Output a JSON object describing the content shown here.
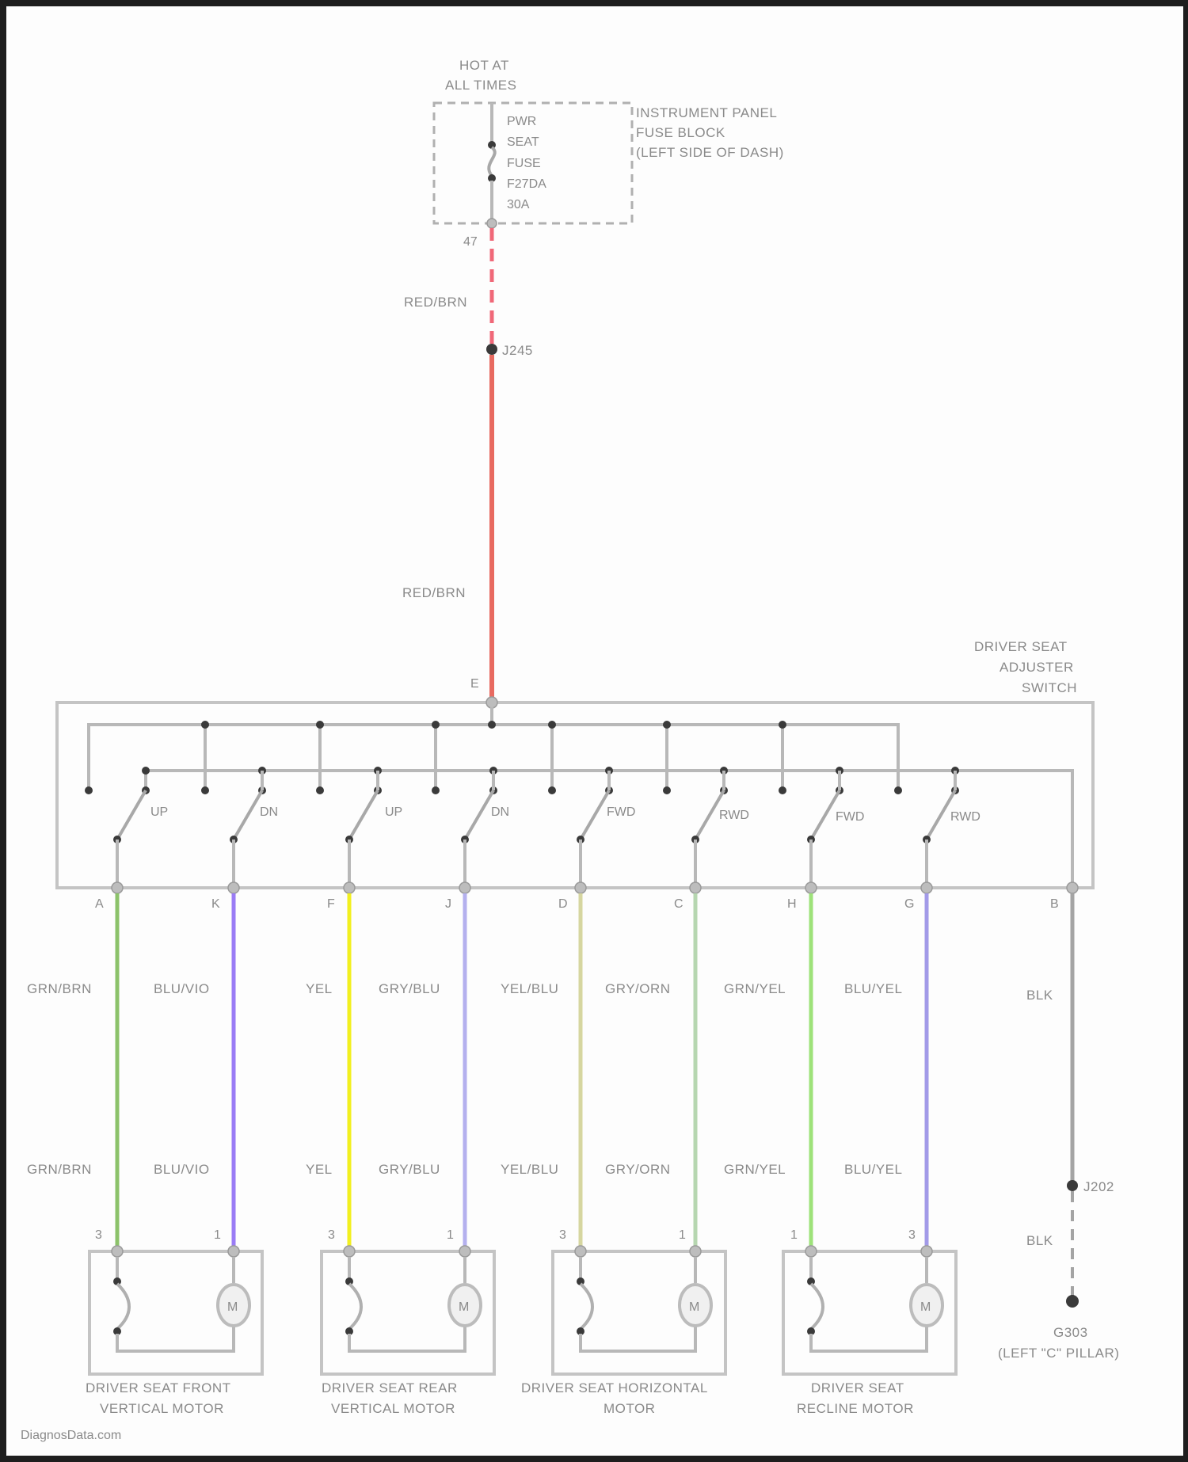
{
  "power_source": {
    "label_line1": "HOT AT",
    "label_line2": "ALL TIMES"
  },
  "fuse": {
    "lines": [
      "PWR",
      "SEAT",
      "FUSE",
      "F27DA",
      "30A"
    ],
    "pin": "47",
    "block_label_lines": [
      "INSTRUMENT PANEL",
      "FUSE BLOCK",
      "(LEFT SIDE OF DASH)"
    ]
  },
  "feed_wire": {
    "color_label_upper": "RED/BRN",
    "color_label_lower": "RED/BRN",
    "splice": "J245",
    "color_hex": "#e86060"
  },
  "switch": {
    "label_lines": [
      "DRIVER SEAT",
      "ADJUSTER",
      "SWITCH"
    ],
    "input_pin": "E",
    "contacts": [
      {
        "label": "UP",
        "pin": "A"
      },
      {
        "label": "DN",
        "pin": "K"
      },
      {
        "label": "UP",
        "pin": "F"
      },
      {
        "label": "DN",
        "pin": "J"
      },
      {
        "label": "FWD",
        "pin": "D"
      },
      {
        "label": "RWD",
        "pin": "C"
      },
      {
        "label": "FWD",
        "pin": "H"
      },
      {
        "label": "RWD",
        "pin": "G"
      }
    ],
    "ground_pin": "B"
  },
  "wires": [
    {
      "label": "GRN/BRN",
      "color": "#8cc26a"
    },
    {
      "label": "BLU/VIO",
      "color": "#9a7cf5"
    },
    {
      "label": "YEL",
      "color": "#f2f020"
    },
    {
      "label": "GRY/BLU",
      "color": "#b4b0ee"
    },
    {
      "label": "YEL/BLU",
      "color": "#d6d6a0"
    },
    {
      "label": "GRY/ORN",
      "color": "#b6d6b0"
    },
    {
      "label": "GRN/YEL",
      "color": "#9ee27a"
    },
    {
      "label": "BLU/YEL",
      "color": "#a29ae8"
    }
  ],
  "ground": {
    "wire_label_upper": "BLK",
    "wire_label_lower": "BLK",
    "splice": "J202",
    "ground_id": "G303",
    "ground_location": "(LEFT \"C\" PILLAR)"
  },
  "motors": [
    {
      "name_line1": "DRIVER SEAT FRONT",
      "name_line2": "VERTICAL MOTOR",
      "left_pin": "3",
      "right_pin": "1",
      "symbol": "M"
    },
    {
      "name_line1": "DRIVER SEAT REAR",
      "name_line2": "VERTICAL MOTOR",
      "left_pin": "3",
      "right_pin": "1",
      "symbol": "M"
    },
    {
      "name_line1": "DRIVER SEAT HORIZONTAL",
      "name_line2": "MOTOR",
      "left_pin": "3",
      "right_pin": "1",
      "symbol": "M"
    },
    {
      "name_line1": "DRIVER SEAT",
      "name_line2": "RECLINE MOTOR",
      "left_pin": "1",
      "right_pin": "3",
      "symbol": "M"
    }
  ],
  "footer": {
    "watermark": "DiagnosData.com"
  }
}
